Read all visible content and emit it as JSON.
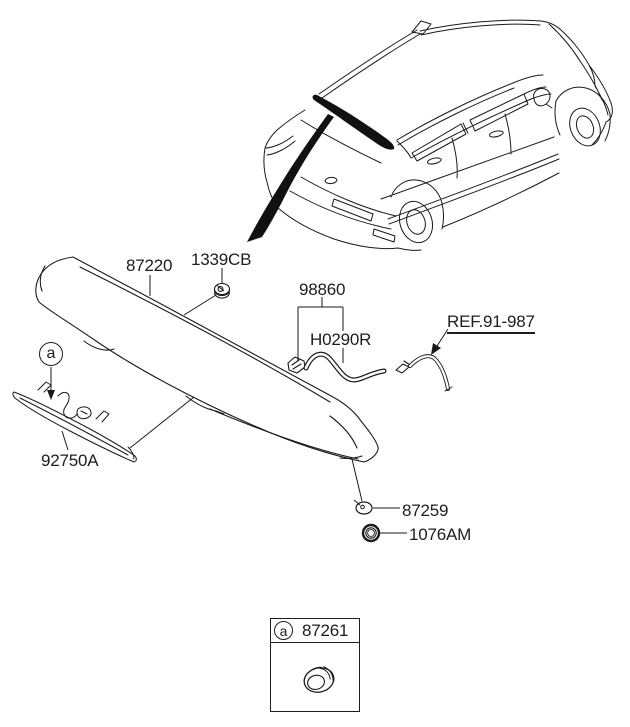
{
  "diagram": {
    "type": "exploded-parts-diagram",
    "subject": "rear spoiler and high mounted stop lamp",
    "colors": {
      "background": "#ffffff",
      "line": "#1a1a1a",
      "text": "#1d1d1d",
      "solid_fill": "#111111"
    }
  },
  "labels": {
    "spoiler": "87220",
    "clip": "1339CB",
    "washer_hose_assy": "98860",
    "washer_hose": "H0290R",
    "reference": "REF.91-987",
    "high_mount_lamp": "92750A",
    "screw": "87259",
    "grommet": "1076AM",
    "marker": "a",
    "legend_part": "87261"
  }
}
